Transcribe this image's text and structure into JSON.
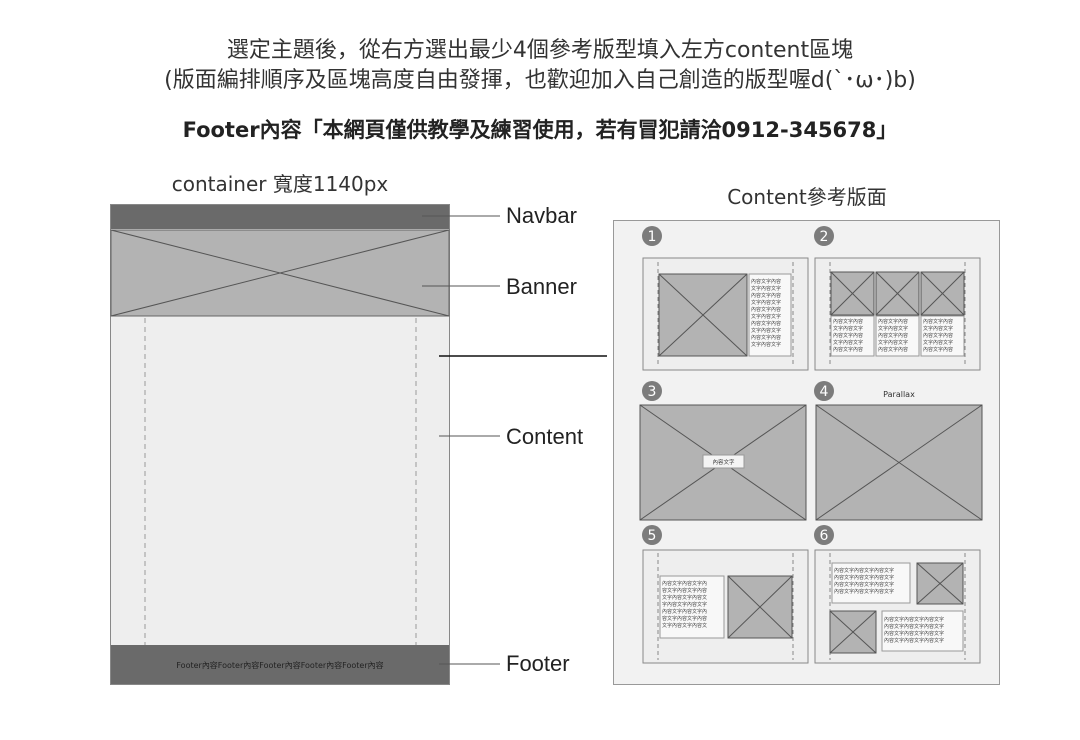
{
  "header": {
    "line1": "選定主題後，從右方選出最少4個參考版型填入左方content區塊",
    "line2": "(版面編排順序及區塊高度自由發揮，也歡迎加入自己創造的版型喔d(`･ω･)b)",
    "line3": "Footer內容「本網頁僅供教學及練習使用，若有冒犯請洽0912-345678」"
  },
  "container": {
    "title": "container 寬度1140px",
    "footer_text": "Footer內容Footer內容Footer內容Footer內容Footer內容"
  },
  "labels": {
    "navbar": "Navbar",
    "banner": "Banner",
    "content": "Content",
    "footer": "Footer"
  },
  "reference": {
    "title": "Content參考版面",
    "layouts": [
      {
        "number": "1"
      },
      {
        "number": "2"
      },
      {
        "number": "3",
        "caption": "內容文字"
      },
      {
        "number": "4",
        "caption": "Parallax"
      },
      {
        "number": "5"
      },
      {
        "number": "6"
      }
    ],
    "text_fill": "內容文字內容文字內容文字內容文字內容文字內容文字內容文字內容文字內容文字內容文字內容文字內容文字內容文字內容文字內容文字內容文字"
  },
  "colors": {
    "dark_bar": "#6a6a6a",
    "placeholder": "#b3b3b3",
    "light_bg": "#eeeeee",
    "panel_bg": "#f2f2f2",
    "badge": "#7c7c7c"
  }
}
